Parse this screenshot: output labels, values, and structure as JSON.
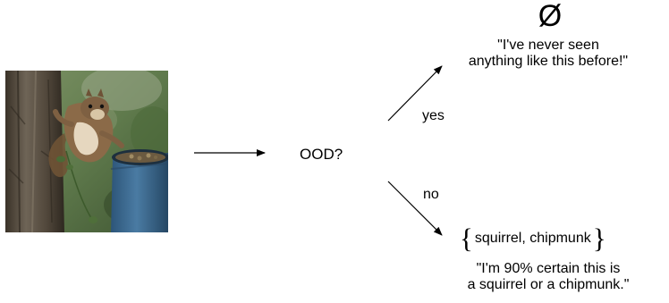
{
  "diagram": {
    "decision_label": "OOD?",
    "yes_label": "yes",
    "no_label": "no",
    "ood_output": {
      "symbol": "Ø",
      "quote_line1": "\"I've never seen",
      "quote_line2": "anything like this before!\""
    },
    "id_output": {
      "brace_open": "{",
      "set_items": "squirrel, chipmunk",
      "brace_close": "}",
      "quote_line1": "\"I'm 90% certain this is",
      "quote_line2": "a squirrel or a chipmunk.\""
    }
  },
  "colors": {
    "ink": "#000000",
    "background": "#ffffff",
    "bin_blue": "#3f6f96"
  }
}
